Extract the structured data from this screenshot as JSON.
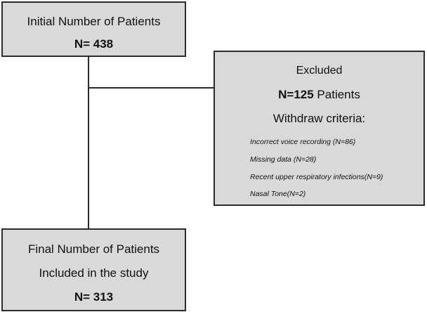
{
  "initial_box": {
    "title": "Initial Number of Patients",
    "count_label": "N= 438"
  },
  "excluded_box": {
    "title": "Excluded",
    "count_bold": "N=125",
    "count_rest": " Patients",
    "criteria_heading": "Withdraw criteria:",
    "criteria": [
      "Incorrect voice recording (N=86)",
      "Missing data (N=28)",
      "Recent upper respiratory infections(N=9)",
      "Nasal Tone(N=2)"
    ]
  },
  "final_box": {
    "line1": "Final Number of Patients",
    "line2": "Included in the study",
    "count_label": "N= 313"
  }
}
